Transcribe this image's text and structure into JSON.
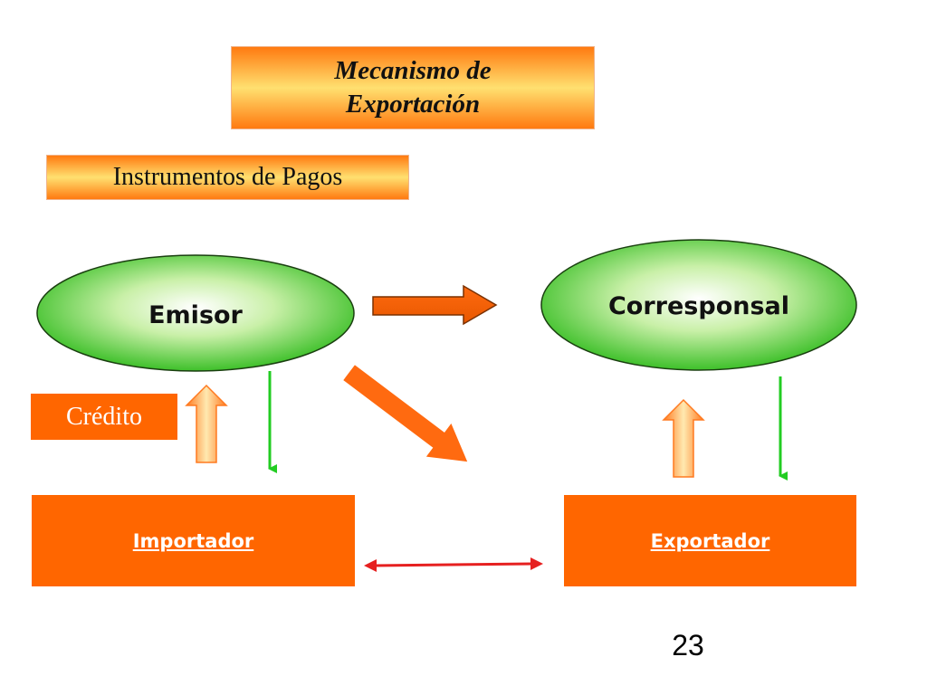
{
  "title": "Mecanismo de Exportación",
  "subtitle": "Instrumentos de Pagos",
  "nodes": {
    "emisor": "Emisor",
    "corresponsal": "Corresponsal",
    "credito": "Crédito",
    "importador": "Importador",
    "exportador": "Exportador"
  },
  "page_number": "23",
  "colors": {
    "ellipse_fill": "#7ed957",
    "orange": "#ff6600",
    "green_arrow": "#33dd33",
    "red_arrow": "#e62020"
  }
}
